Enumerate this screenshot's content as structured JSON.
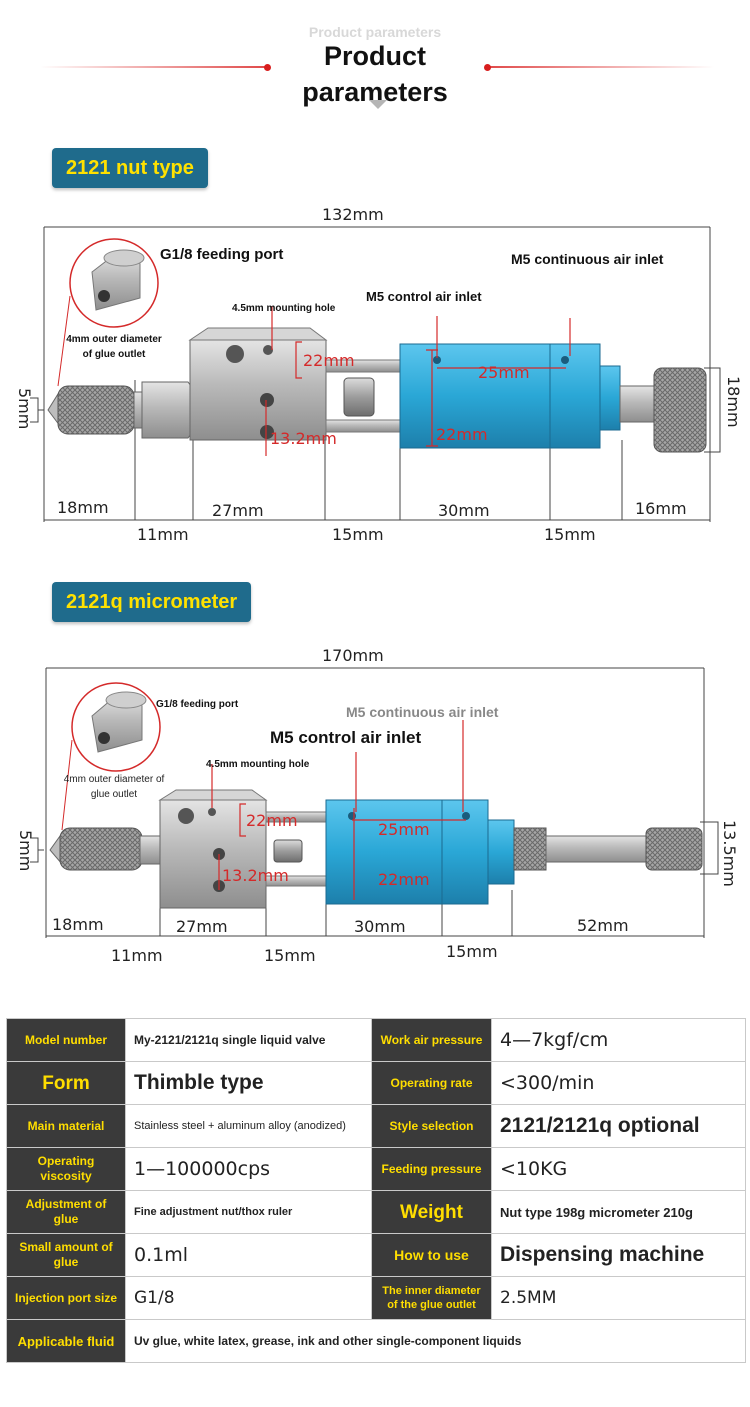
{
  "header": {
    "ghost_title": "Product parameters",
    "title": "Product parameters"
  },
  "nut_type": {
    "badge": "2121 nut type",
    "labels": {
      "feeding_port": "G1/8 feeding port",
      "mounting_hole": "4.5mm mounting hole",
      "glue_outlet": "4mm outer diameter of glue outlet",
      "control_air": "M5 control air inlet",
      "continuous_air": "M5 continuous air inlet"
    },
    "dims": {
      "total": "132mm",
      "left_height": "5mm",
      "right_height": "18mm",
      "inner_22_top": "22mm",
      "inner_13": "13.2mm",
      "inner_22_body": "22mm",
      "inner_25": "25mm",
      "seg_18": "18mm",
      "seg_27": "27mm",
      "seg_30": "30mm",
      "seg_16": "16mm",
      "seg_11": "11mm",
      "seg_15a": "15mm",
      "seg_15b": "15mm"
    }
  },
  "micrometer": {
    "badge": "2121q micrometer",
    "labels": {
      "feeding_port": "G1/8 feeding port",
      "mounting_hole": "4.5mm mounting hole",
      "glue_outlet": "4mm outer diameter of glue outlet",
      "control_air": "M5 control air inlet",
      "continuous_air": "M5 continuous air inlet"
    },
    "dims": {
      "total": "170mm",
      "left_height": "5mm",
      "right_height": "13.5mm",
      "inner_22_top": "22mm",
      "inner_13": "13.2mm",
      "inner_22_body": "22mm",
      "inner_25": "25mm",
      "seg_18": "18mm",
      "seg_27": "27mm",
      "seg_30": "30mm",
      "seg_52": "52mm",
      "seg_11": "11mm",
      "seg_15a": "15mm",
      "seg_15b": "15mm"
    }
  },
  "specs": [
    {
      "k1": "Model number",
      "v1": "My-2121/2121q single liquid valve",
      "k2": "Work air pressure",
      "v2": "4—7kgf/cm"
    },
    {
      "k1": "Form",
      "v1": "Thimble type",
      "k2": "Operating rate",
      "v2": "<300/min"
    },
    {
      "k1": "Main material",
      "v1": "Stainless steel + aluminum alloy (anodized)",
      "k2": "Style selection",
      "v2": "2121/2121q optional"
    },
    {
      "k1": "Operating viscosity",
      "v1": "1—100000cps",
      "k2": "Feeding pressure",
      "v2": "<10KG"
    },
    {
      "k1": "Adjustment of glue",
      "v1": "Fine adjustment nut/thox ruler",
      "k2": "Weight",
      "v2": "Nut type 198g micrometer 210g"
    },
    {
      "k1": "Small amount of glue",
      "v1": "0.1ml",
      "k2": "How to use",
      "v2": "Dispensing machine"
    },
    {
      "k1": "Injection port size",
      "v1": "G1/8",
      "k2": "The inner diameter of the glue outlet",
      "v2": "2.5MM"
    }
  ],
  "applicable": {
    "k": "Applicable fluid",
    "v": "Uv glue, white latex, grease, ink and other single-component liquids"
  },
  "colors": {
    "badge_bg": "#1f6b8c",
    "badge_text": "#ffe100",
    "key_bg": "#3a3a3a",
    "key_text": "#ffde00",
    "accent_red": "#d81e1e",
    "anodized_blue": "#2aa7d6"
  }
}
